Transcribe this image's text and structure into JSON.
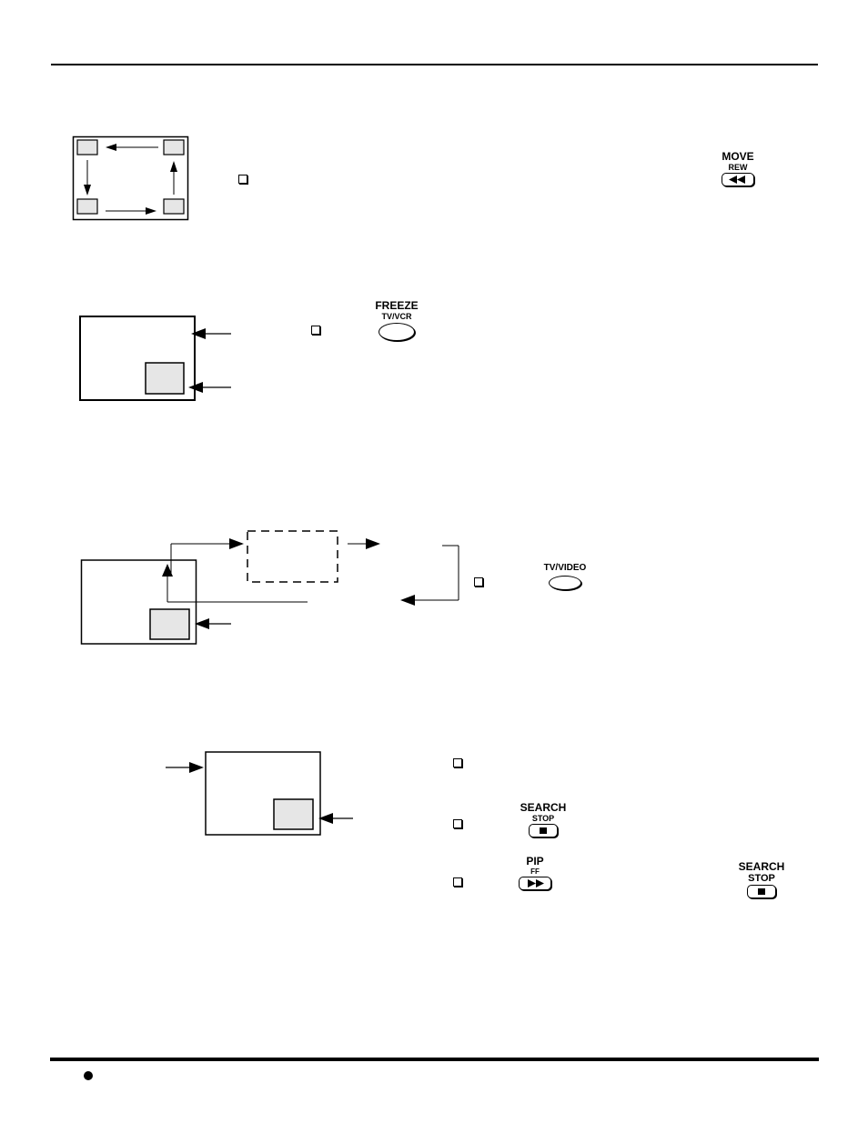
{
  "buttons": {
    "move": {
      "label": "MOVE",
      "sub": "REW"
    },
    "freeze": {
      "label": "FREEZE",
      "sub": "TV/VCR"
    },
    "tv_video": {
      "label": "TV/VIDEO"
    },
    "search_stop": {
      "label": "SEARCH",
      "sub": "STOP"
    },
    "pip_ff": {
      "label": "PIP",
      "sub": "FF"
    },
    "search_stop_2": {
      "label": "SEARCH",
      "sub": "STOP"
    }
  },
  "icons": {
    "rewind": "double-left-triangle",
    "stop": "filled-square",
    "fast_forward": "double-right-triangle",
    "bullet": "checkbox-square"
  },
  "colors": {
    "pip_window_fill": "#e6e6e6",
    "ink": "#000000"
  }
}
